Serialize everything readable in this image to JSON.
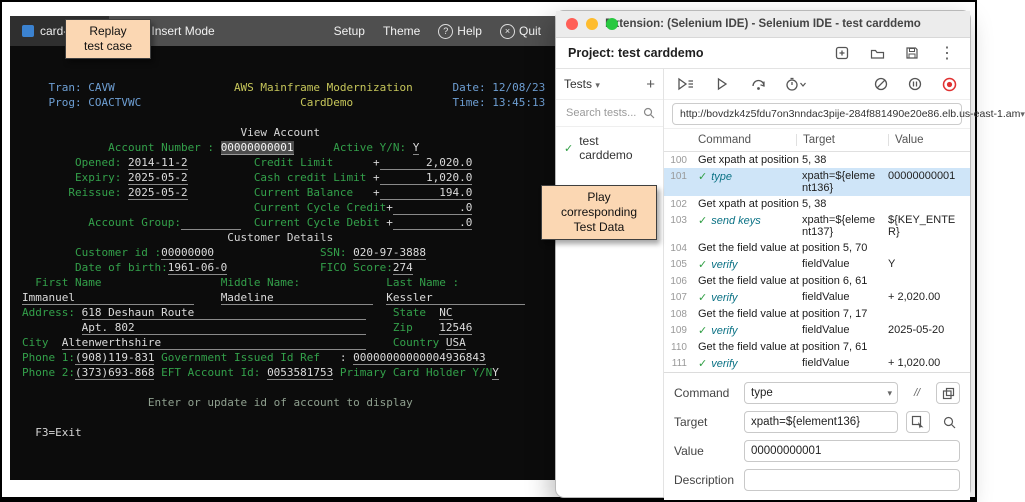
{
  "colors": {
    "terminal_green": "#33a04a",
    "terminal_yellow": "#c6c65a",
    "terminal_blue": "#6e9fd4",
    "terminal_value": "#dcdcdc",
    "selected_row_blue": "#cfe5f8",
    "command_teal": "#0b7285",
    "check_green": "#2f9e44",
    "record_red": "#e03131",
    "callout_bg": "#fbd7b3"
  },
  "icons": {
    "caret_down": "▾",
    "check": "✓",
    "more_menu": "⋮",
    "plus": "+",
    "comment_slashes": "//",
    "question": "?",
    "close": "×"
  },
  "annotations": {
    "replay_callout": {
      "lines": [
        "Replay",
        "test case"
      ]
    },
    "play_callout": {
      "lines": [
        "Play",
        "corresponding",
        "Test Data"
      ]
    }
  },
  "terminal_app": {
    "tab_label": "card-demo",
    "insert_mode_label": "Insert Mode",
    "menu": {
      "setup": "Setup",
      "theme": "Theme",
      "help": "Help",
      "quit": "Quit"
    },
    "screen_lines": [
      [
        {
          "c": "b",
          "t": "    Tran: CAVW"
        },
        {
          "c": "w",
          "t": "                  "
        },
        {
          "c": "y",
          "t": "AWS Mainframe Modernization"
        },
        {
          "c": "w",
          "t": "      "
        },
        {
          "c": "b",
          "t": "Date: 12/08/23"
        }
      ],
      [
        {
          "c": "b",
          "t": "    Prog: COACTVWC"
        },
        {
          "c": "w",
          "t": "                        "
        },
        {
          "c": "y",
          "t": "CardDemo"
        },
        {
          "c": "w",
          "t": "               "
        },
        {
          "c": "b",
          "t": "Time: 13:45:13"
        }
      ],
      [],
      [
        {
          "c": "w",
          "t": "                                 View Account"
        }
      ],
      [
        {
          "c": "g",
          "t": "             Account Number : "
        },
        {
          "c": "hl",
          "t": "00000000001"
        },
        {
          "c": "w",
          "t": "      "
        },
        {
          "c": "g",
          "t": "Active Y/N: "
        },
        {
          "c": "v",
          "t": "Y"
        }
      ],
      [
        {
          "c": "g",
          "t": "        Opened: "
        },
        {
          "c": "v",
          "t": "2014-11-2"
        },
        {
          "c": "w",
          "t": "          "
        },
        {
          "c": "g",
          "t": "Credit Limit"
        },
        {
          "c": "w",
          "t": "      +"
        },
        {
          "c": "v",
          "t": "       2,020.0"
        }
      ],
      [
        {
          "c": "g",
          "t": "        Expiry: "
        },
        {
          "c": "v",
          "t": "2025-05-2"
        },
        {
          "c": "w",
          "t": "          "
        },
        {
          "c": "g",
          "t": "Cash credit Limit"
        },
        {
          "c": "w",
          "t": " +"
        },
        {
          "c": "v",
          "t": "       1,020.0"
        }
      ],
      [
        {
          "c": "g",
          "t": "       Reissue: "
        },
        {
          "c": "v",
          "t": "2025-05-2"
        },
        {
          "c": "w",
          "t": "          "
        },
        {
          "c": "g",
          "t": "Current Balance"
        },
        {
          "c": "w",
          "t": "   +"
        },
        {
          "c": "v",
          "t": "         194.0"
        }
      ],
      [
        {
          "c": "w",
          "t": "                                   "
        },
        {
          "c": "g",
          "t": "Current Cycle Credit"
        },
        {
          "c": "w",
          "t": "+"
        },
        {
          "c": "v",
          "t": "          .0"
        }
      ],
      [
        {
          "c": "g",
          "t": "          Account Group:"
        },
        {
          "c": "v",
          "t": "         "
        },
        {
          "c": "w",
          "t": "  "
        },
        {
          "c": "g",
          "t": "Current Cycle Debit "
        },
        {
          "c": "w",
          "t": "+"
        },
        {
          "c": "v",
          "t": "          .0"
        }
      ],
      [
        {
          "c": "w",
          "t": "                               Customer Details"
        }
      ],
      [
        {
          "c": "g",
          "t": "        Customer id :"
        },
        {
          "c": "v",
          "t": "00000000"
        },
        {
          "c": "w",
          "t": "                "
        },
        {
          "c": "g",
          "t": "SSN: "
        },
        {
          "c": "v",
          "t": "020-97-3888"
        }
      ],
      [
        {
          "c": "g",
          "t": "        Date of birth:"
        },
        {
          "c": "v",
          "t": "1961-06-0"
        },
        {
          "c": "w",
          "t": "              "
        },
        {
          "c": "g",
          "t": "FICO Score:"
        },
        {
          "c": "v",
          "t": "274"
        }
      ],
      [
        {
          "c": "g",
          "t": "  First Name"
        },
        {
          "c": "w",
          "t": "                  "
        },
        {
          "c": "g",
          "t": "Middle Name:"
        },
        {
          "c": "w",
          "t": "             "
        },
        {
          "c": "g",
          "t": "Last Name :"
        }
      ],
      [
        {
          "c": "v",
          "t": "Immanuel                  "
        },
        {
          "c": "w",
          "t": "    "
        },
        {
          "c": "v",
          "t": "Madeline               "
        },
        {
          "c": "w",
          "t": "  "
        },
        {
          "c": "v",
          "t": "Kessler              "
        }
      ],
      [
        {
          "c": "g",
          "t": "Address:"
        },
        {
          "c": "w",
          "t": " "
        },
        {
          "c": "v",
          "t": "618 Deshaun Route                          "
        },
        {
          "c": "w",
          "t": "    "
        },
        {
          "c": "g",
          "t": "State  "
        },
        {
          "c": "v",
          "t": "NC"
        }
      ],
      [
        {
          "c": "w",
          "t": "         "
        },
        {
          "c": "v",
          "t": "Apt. 802                                   "
        },
        {
          "c": "w",
          "t": "    "
        },
        {
          "c": "g",
          "t": "Zip    "
        },
        {
          "c": "v",
          "t": "12546"
        }
      ],
      [
        {
          "c": "g",
          "t": "City  "
        },
        {
          "c": "v",
          "t": "Altenwerthshire                               "
        },
        {
          "c": "w",
          "t": "    "
        },
        {
          "c": "g",
          "t": "Country "
        },
        {
          "c": "v",
          "t": "USA"
        }
      ],
      [
        {
          "c": "g",
          "t": "Phone 1:"
        },
        {
          "c": "v",
          "t": "(908)119-831"
        },
        {
          "c": "w",
          "t": " "
        },
        {
          "c": "g",
          "t": "Government Issued Id Ref"
        },
        {
          "c": "w",
          "t": "   : "
        },
        {
          "c": "v",
          "t": "00000000000004936843"
        }
      ],
      [
        {
          "c": "g",
          "t": "Phone 2:"
        },
        {
          "c": "v",
          "t": "(373)693-868"
        },
        {
          "c": "w",
          "t": " "
        },
        {
          "c": "g",
          "t": "EFT Account Id: "
        },
        {
          "c": "v",
          "t": "0053581753"
        },
        {
          "c": "w",
          "t": " "
        },
        {
          "c": "g",
          "t": "Primary Card Holder Y/N"
        },
        {
          "c": "v",
          "t": "Y"
        }
      ],
      [],
      [
        {
          "c": "d",
          "t": "                   Enter or update id of account to display"
        }
      ],
      [],
      [
        {
          "c": "w",
          "t": "  F3=Exit"
        }
      ]
    ]
  },
  "ide": {
    "window_title": "Extension: (Selenium IDE) - Selenium IDE - test carddemo",
    "project_label": "Project: test carddemo",
    "tests_panel": {
      "header": "Tests",
      "search_placeholder": "Search tests...",
      "items": [
        {
          "name": "test carddemo"
        }
      ]
    },
    "url": "http://bovdzk4z5fdu7on3nndac3pije-284f881490e20e86.elb.us-east-1.am",
    "table": {
      "headers": [
        "Command",
        "Target",
        "Value"
      ],
      "rows": [
        {
          "n": 100,
          "kind": "comment",
          "text": "Get xpath at position 5, 38"
        },
        {
          "n": 101,
          "kind": "step",
          "command": "type",
          "target": "xpath=${element136}",
          "value": "00000000001",
          "selected": true
        },
        {
          "n": 102,
          "kind": "comment",
          "text": "Get xpath at position 5, 38"
        },
        {
          "n": 103,
          "kind": "step",
          "command": "send keys",
          "target": "xpath=${element137}",
          "value": "${KEY_ENTER}"
        },
        {
          "n": 104,
          "kind": "comment",
          "text": "Get the field value at position 5, 70"
        },
        {
          "n": 105,
          "kind": "step",
          "command": "verify",
          "target": "fieldValue",
          "value": "Y"
        },
        {
          "n": 106,
          "kind": "comment",
          "text": "Get the field value at position 6, 61"
        },
        {
          "n": 107,
          "kind": "step",
          "command": "verify",
          "target": "fieldValue",
          "value": "+ 2,020.00"
        },
        {
          "n": 108,
          "kind": "comment",
          "text": "Get the field value at position 7, 17"
        },
        {
          "n": 109,
          "kind": "step",
          "command": "verify",
          "target": "fieldValue",
          "value": "2025-05-20"
        },
        {
          "n": 110,
          "kind": "comment",
          "text": "Get the field value at position 7, 61"
        },
        {
          "n": 111,
          "kind": "step",
          "command": "verify",
          "target": "fieldValue",
          "value": "+ 1,020.00"
        }
      ]
    },
    "form": {
      "command_label": "Command",
      "command_value": "type",
      "target_label": "Target",
      "target_value": "xpath=${element136}",
      "value_label": "Value",
      "value_value": "00000000001",
      "description_label": "Description",
      "description_value": ""
    }
  }
}
